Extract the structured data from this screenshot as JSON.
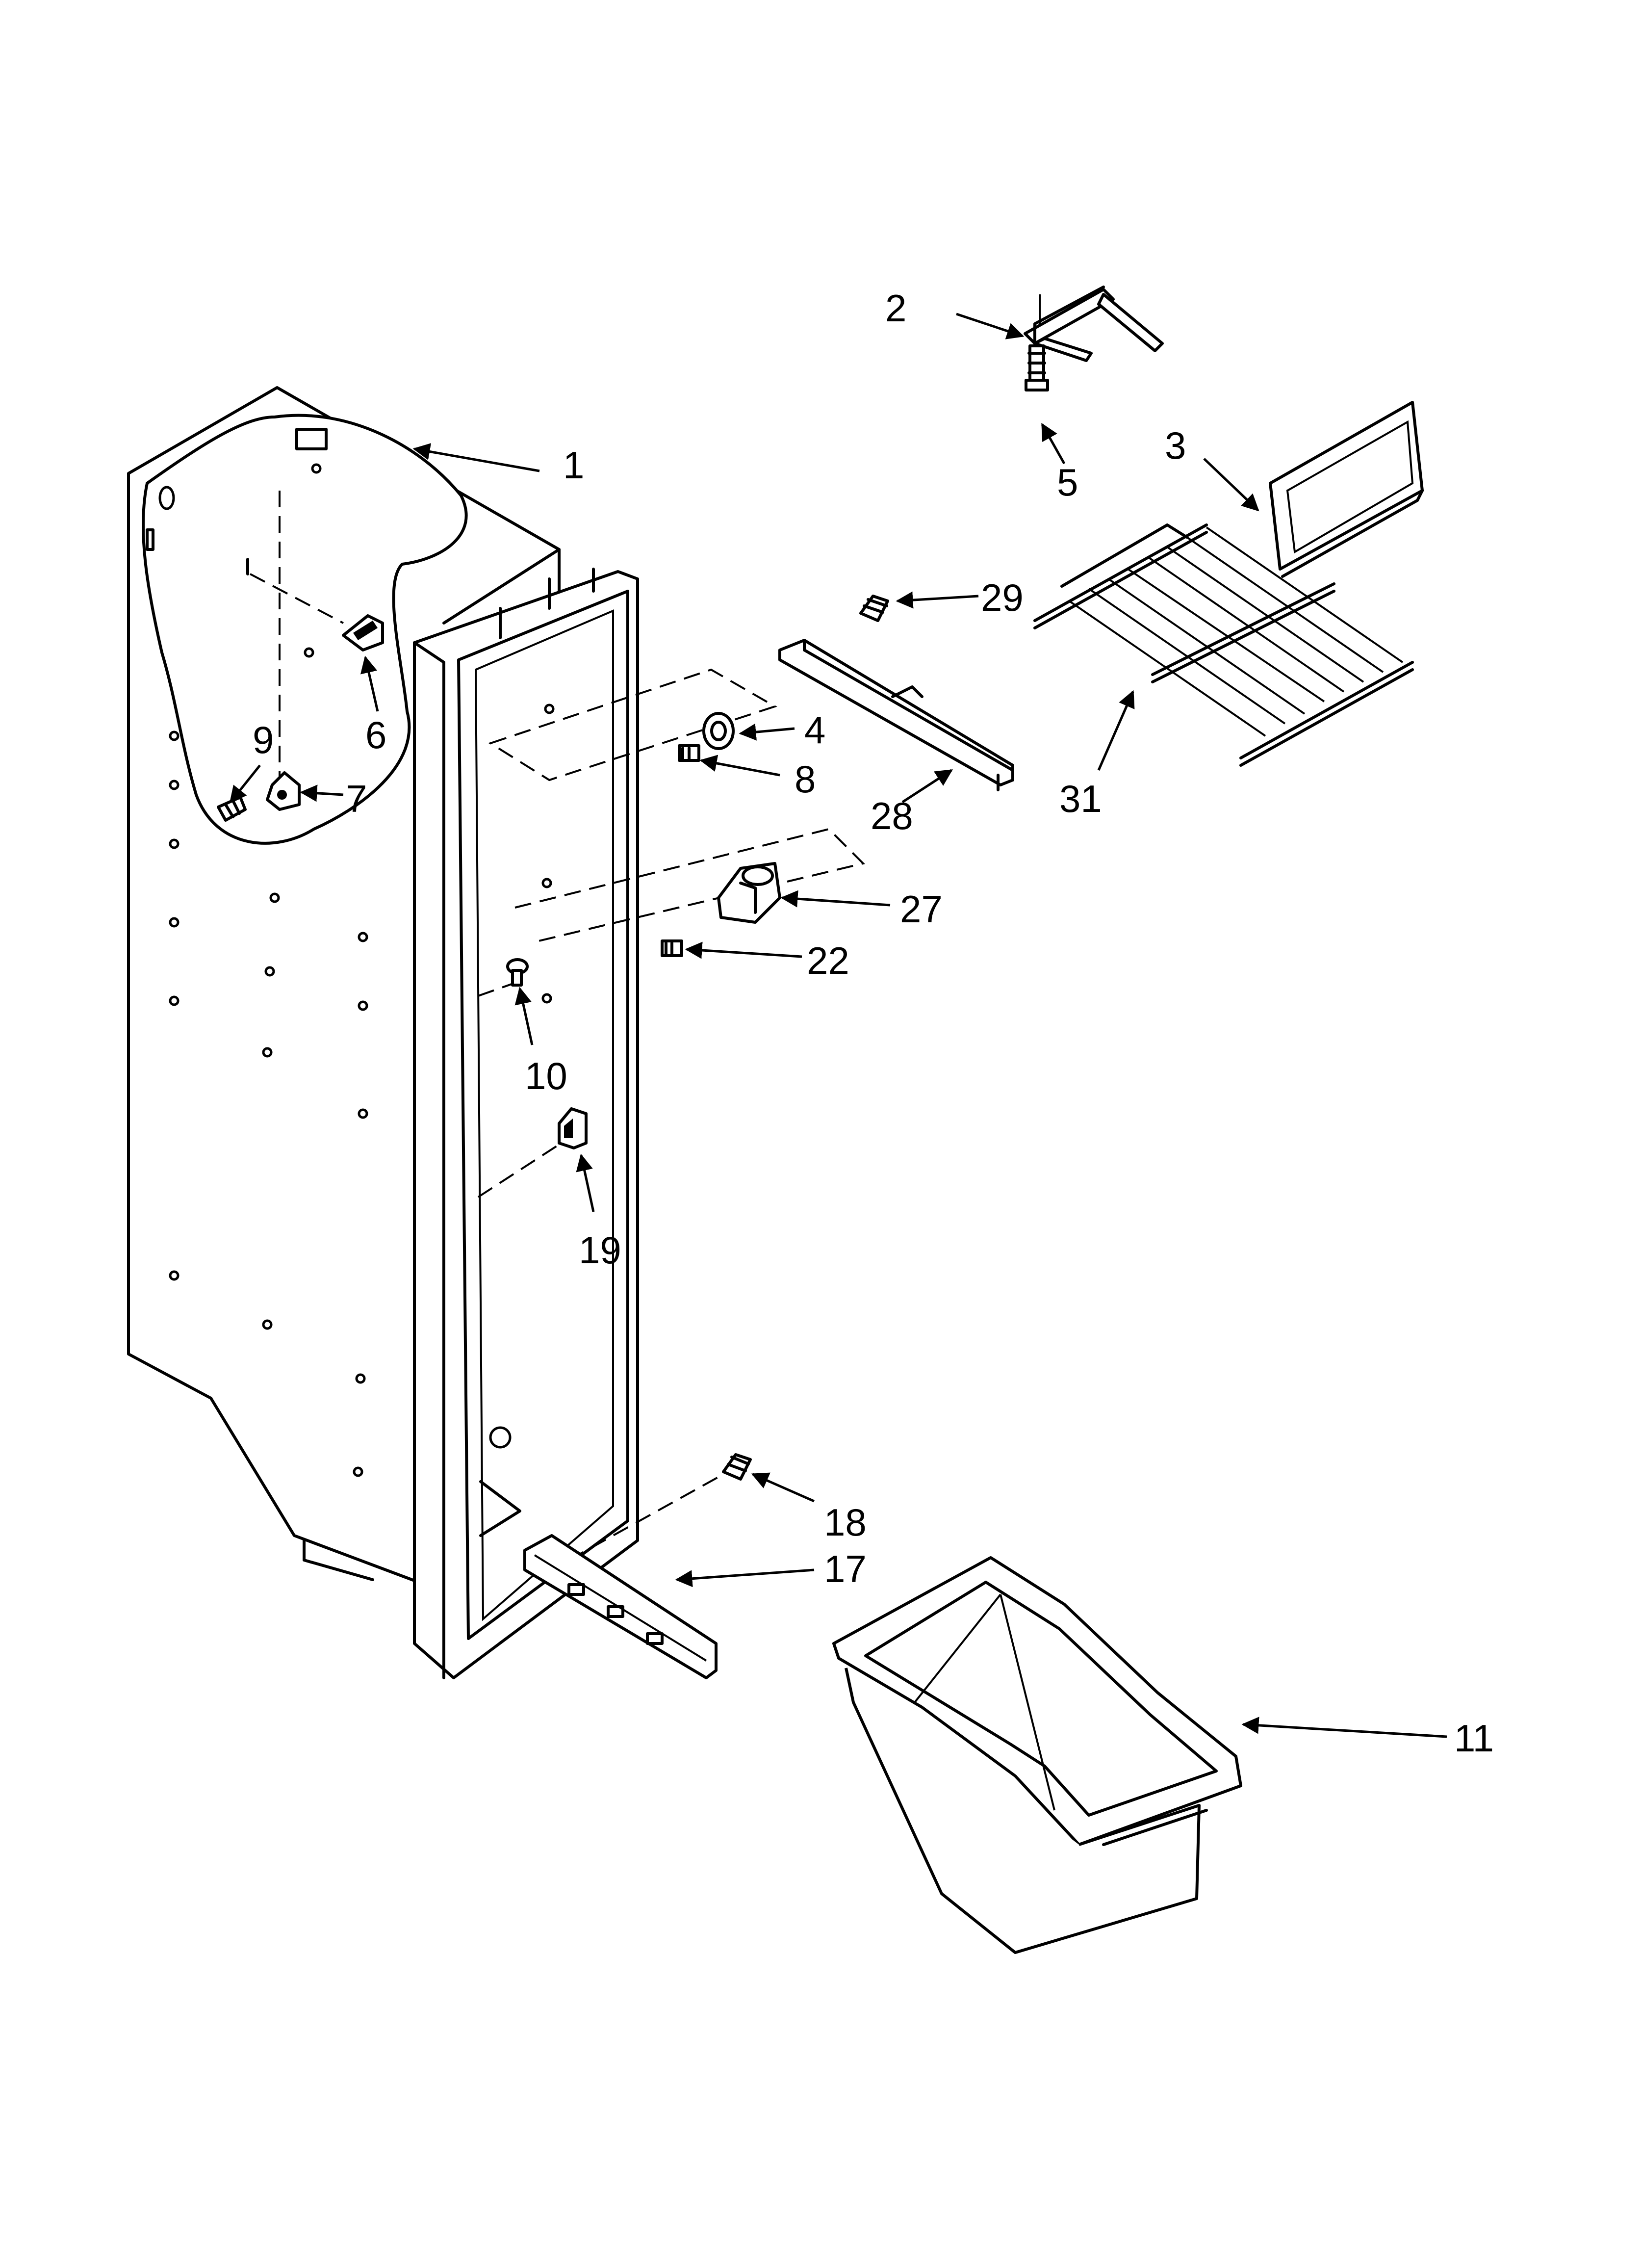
{
  "diagram": {
    "callouts": [
      {
        "id": "1",
        "label": "1"
      },
      {
        "id": "2",
        "label": "2"
      },
      {
        "id": "3",
        "label": "3"
      },
      {
        "id": "4",
        "label": "4"
      },
      {
        "id": "5",
        "label": "5"
      },
      {
        "id": "6",
        "label": "6"
      },
      {
        "id": "7",
        "label": "7"
      },
      {
        "id": "8",
        "label": "8"
      },
      {
        "id": "9",
        "label": "9"
      },
      {
        "id": "10",
        "label": "10"
      },
      {
        "id": "11",
        "label": "11"
      },
      {
        "id": "17",
        "label": "17"
      },
      {
        "id": "18",
        "label": "18"
      },
      {
        "id": "19",
        "label": "19"
      },
      {
        "id": "22",
        "label": "22"
      },
      {
        "id": "27",
        "label": "27"
      },
      {
        "id": "28",
        "label": "28"
      },
      {
        "id": "29",
        "label": "29"
      },
      {
        "id": "31",
        "label": "31"
      }
    ]
  }
}
